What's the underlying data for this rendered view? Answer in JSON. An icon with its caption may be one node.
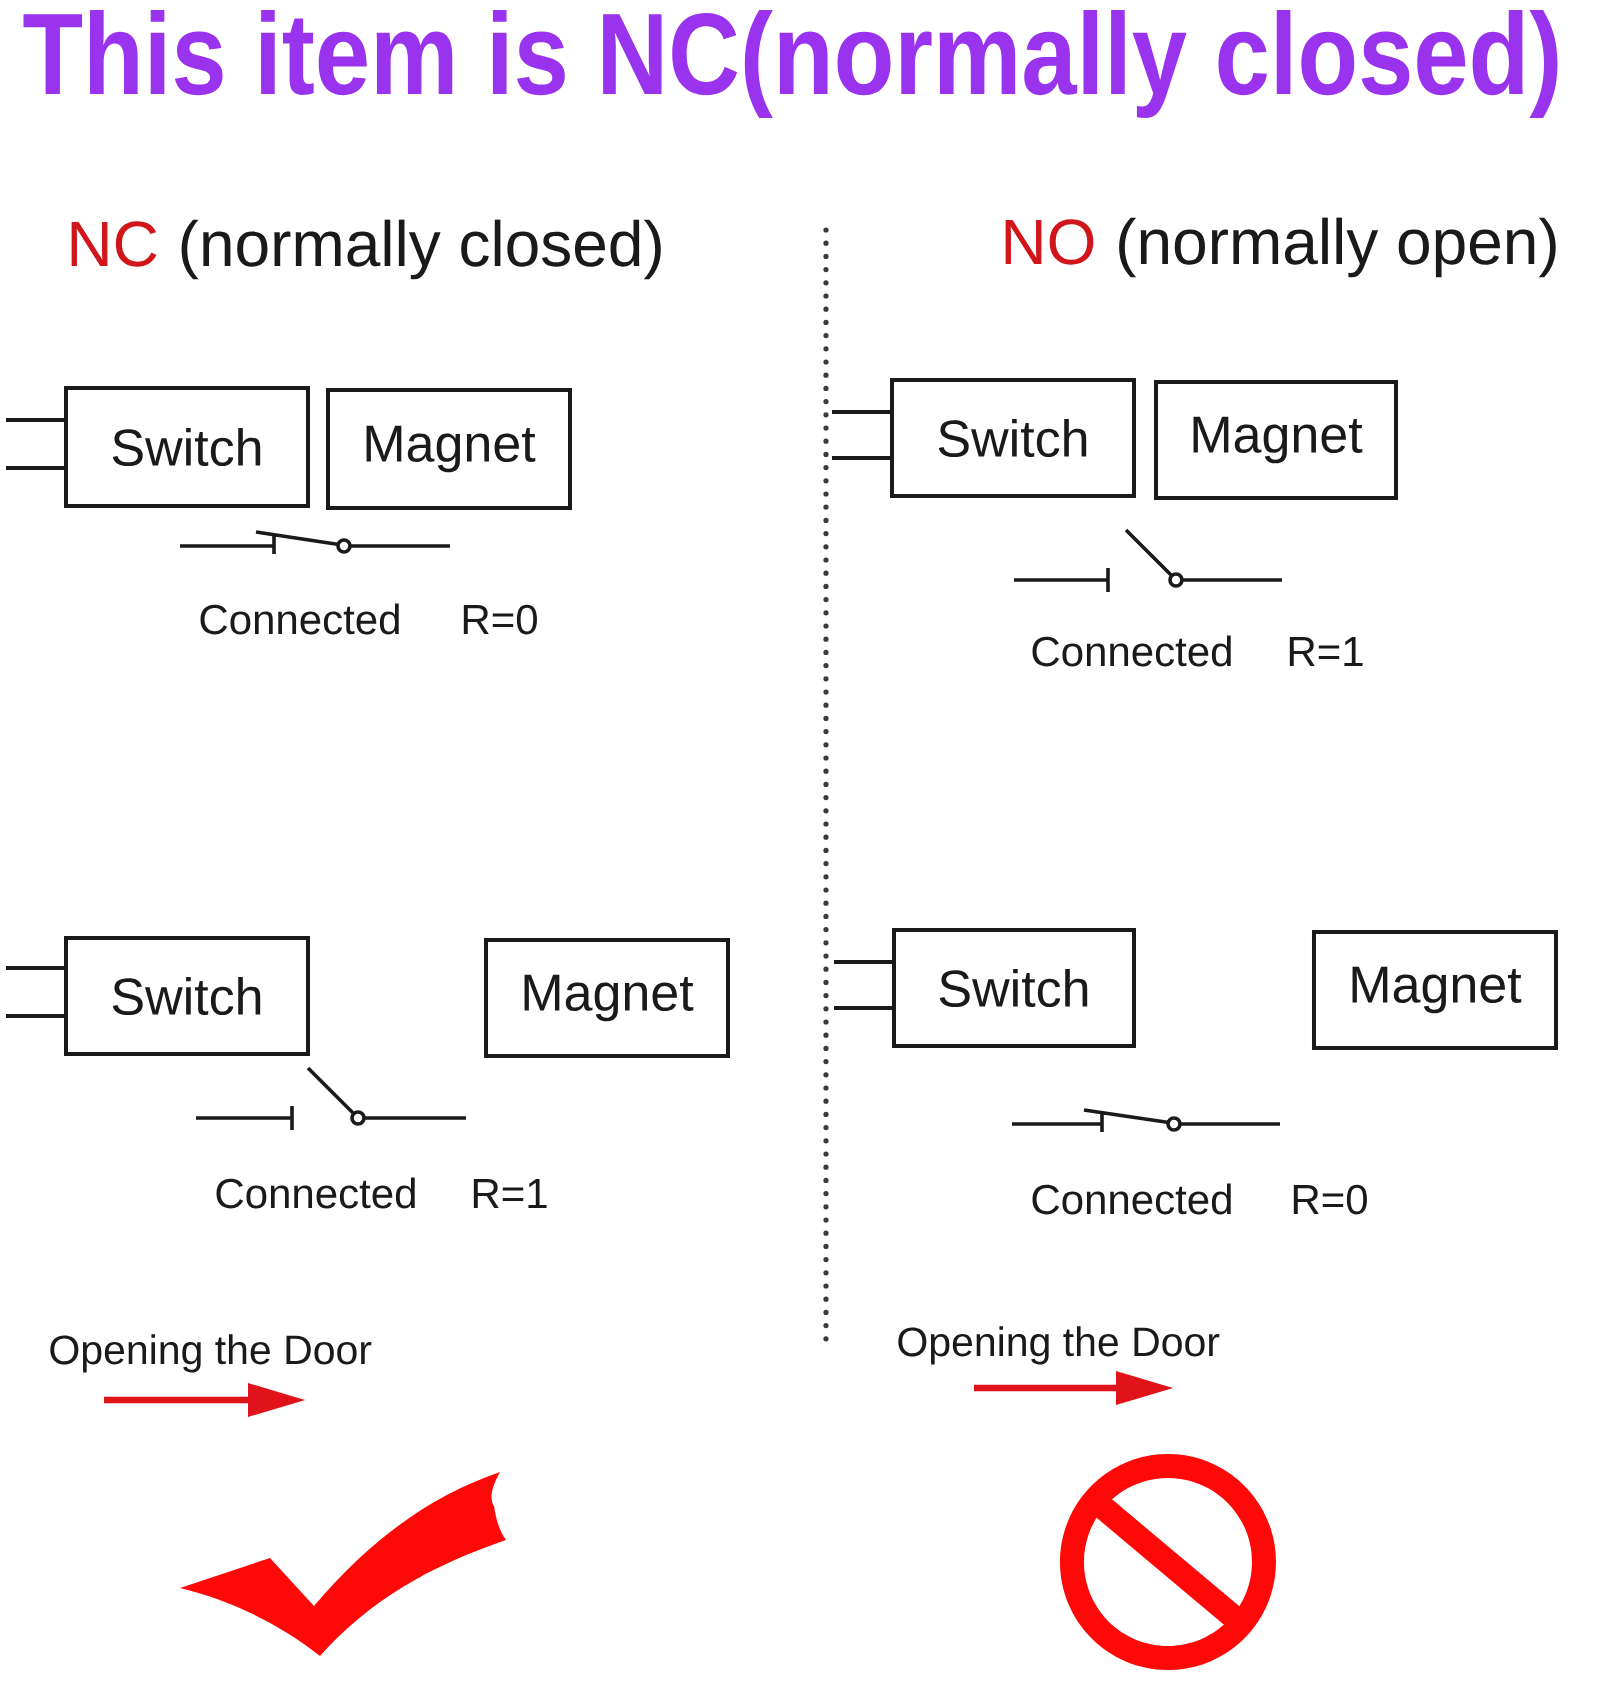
{
  "diagram": {
    "title": "This item is NC(normally closed)",
    "nodes": [
      {
        "text": [
          "Switch"
        ]
      },
      {
        "text": [
          "Magnet"
        ]
      },
      {
        "text": [
          "Switch"
        ]
      },
      {
        "text": [
          "Magnet"
        ]
      },
      {
        "text": [
          "Switch"
        ]
      },
      {
        "text": [
          "Magnet"
        ]
      },
      {
        "text": [
          "Switch"
        ]
      },
      {
        "text": [
          "Magnet"
        ]
      }
    ],
    "labels": [
      "NC",
      "(normally closed)",
      "NO",
      "(normally open)",
      "Connected",
      "R=0",
      "Connected",
      "R=1",
      "Connected",
      "R=1",
      "Connected",
      "R=0",
      "Opening the Door",
      "Opening the Door"
    ]
  }
}
